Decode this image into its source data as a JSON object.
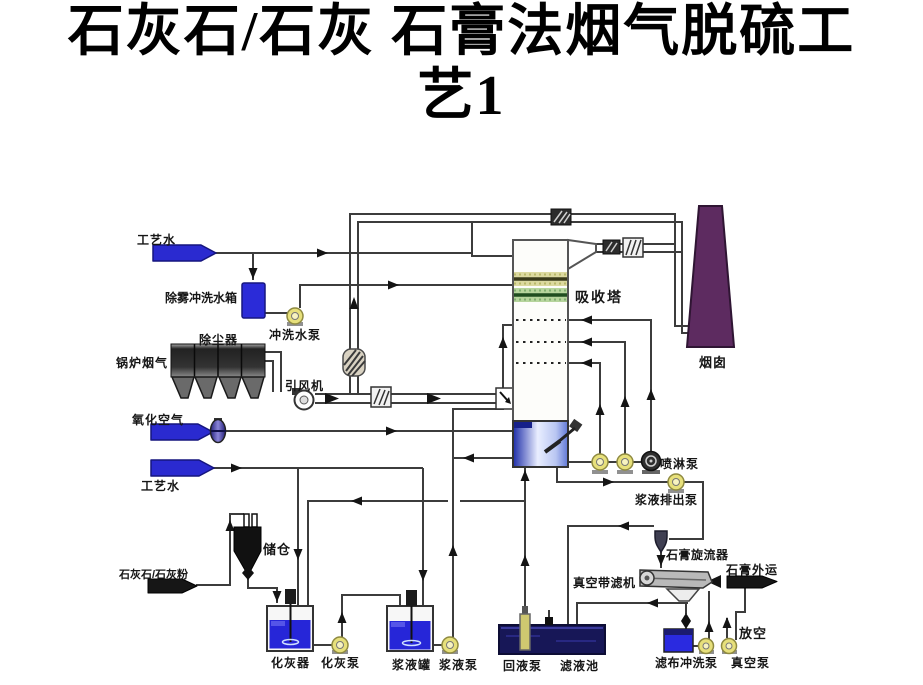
{
  "title": {
    "line1": "石灰石/石灰 石膏法烟气脱硫工",
    "line2": "艺1"
  },
  "labels": {
    "process_water_top": "工艺水",
    "demister_flush_tank": "除雾冲洗水箱",
    "flush_water_pump": "冲洗水泵",
    "dust_collector": "除尘器",
    "boiler_flue_gas": "锅炉烟气",
    "id_fan": "引风机",
    "oxidation_air": "氧化空气",
    "process_water_bottom": "工艺水",
    "limestone_lime_powder": "石灰石/石灰粉",
    "silo": "储仓",
    "lime_slaker": "化灰器",
    "lime_slaker_pump": "化灰泵",
    "slurry_tank": "浆液罐",
    "slurry_pump": "浆液泵",
    "absorber_tower": "吸收塔",
    "chimney": "烟囱",
    "spray_pump": "喷淋泵",
    "slurry_discharge_pump": "浆液排出泵",
    "gypsum_cyclone": "石膏旋流器",
    "vacuum_belt_filter": "真空带滤机",
    "gypsum_transport": "石膏外运",
    "vent": "放空",
    "return_liquid_pump": "回液泵",
    "filtrate_pool": "滤液池",
    "filter_cloth_flush_pump": "滤布冲洗泵",
    "vacuum_pump": "真空泵"
  },
  "colors": {
    "water_marker_blue": "#2a2ad0",
    "tank_liquid_blue": "#2626d8",
    "pool_navy": "#171757",
    "pump_yellow": "#e7e07b",
    "chimney_purple": "#5d2b60",
    "dust_collector_gray": "#2e2e2e",
    "demister_yellow": "#dcd9a0",
    "demister_green": "#b6d49c",
    "line_dark": "#3c3c3c"
  }
}
